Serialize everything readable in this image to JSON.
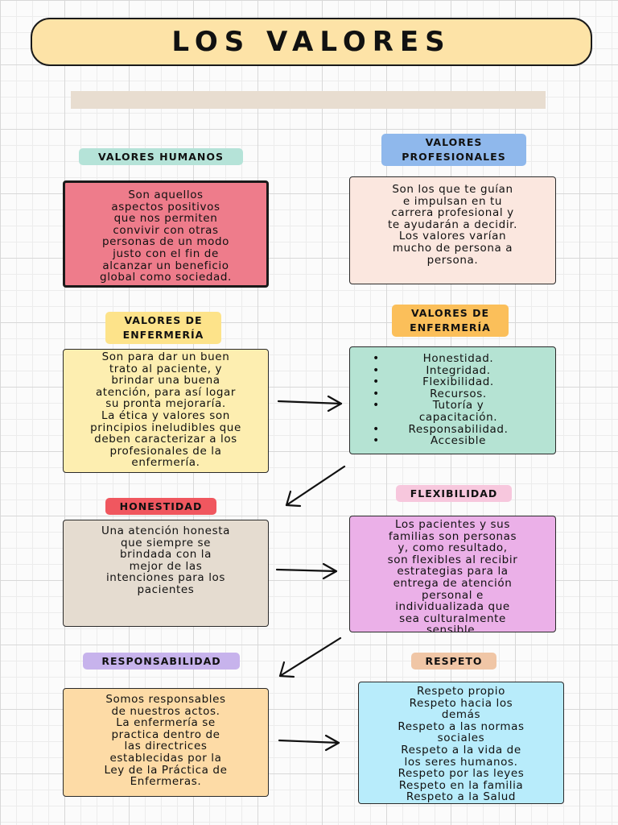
{
  "title": "LOS VALORES",
  "sections": {
    "valores_humanos": {
      "label": "VALORES HUMANOS",
      "lines": [
        "Son aquellos",
        "aspectos positivos",
        "que nos permiten",
        "convivir con otras",
        "personas de un modo",
        "justo con el fin de",
        "alcanzar un beneficio",
        "global como sociedad."
      ]
    },
    "valores_profesionales": {
      "label_1": "VALORES",
      "label_2": "PROFESIONALES",
      "lines": [
        "Son los que te guían",
        "e impulsan en tu",
        "carrera profesional y",
        "te ayudarán a decidir.",
        "Los valores varían",
        "mucho de persona a",
        "persona."
      ]
    },
    "enfermeria_left": {
      "label_1": "VALORES DE",
      "label_2": "ENFERMERÍA",
      "lines": [
        "Son para dar un buen",
        "trato al paciente, y",
        "brindar una buena",
        "atención, para así logar",
        "su pronta mejoraría.",
        "La ética y valores son",
        "principios ineludibles que",
        "deben caracterizar a los",
        "profesionales de la",
        "enfermería."
      ]
    },
    "enfermeria_right": {
      "label_1": "VALORES DE",
      "label_2": "ENFERMERÍA",
      "items": [
        "Honestidad.",
        "Integridad.",
        "Flexibilidad.",
        "Recursos.",
        "Tutoría y",
        "capacitación.",
        "Responsabilidad.",
        "Accesible"
      ]
    },
    "honestidad": {
      "label": "HONESTIDAD",
      "lines": [
        "Una atención honesta",
        "que siempre se",
        "brindada con la",
        "mejor de las",
        "intenciones para los",
        "pacientes"
      ]
    },
    "flexibilidad": {
      "label": "FLEXIBILIDAD",
      "lines": [
        "Los pacientes y sus",
        "familias son personas",
        "y, como resultado,",
        "son flexibles al recibir",
        "estrategias para la",
        "entrega de atención",
        "personal e",
        "individualizada que",
        "sea culturalmente",
        "sensible."
      ]
    },
    "responsabilidad": {
      "label": "RESPONSABILIDAD",
      "lines": [
        "Somos responsables",
        "de nuestros actos.",
        "La enfermería se",
        "practica dentro de",
        "las directrices",
        "establecidas por la",
        "Ley de la Práctica de",
        "Enfermeras."
      ]
    },
    "respeto": {
      "label": "RESPETO",
      "lines": [
        "Respeto propio",
        "Respeto hacia los",
        "demás",
        "Respeto a las normas",
        "sociales",
        "Respeto a la vida de",
        "los seres humanos.",
        "Respeto por las leyes",
        "Respeto en la familia",
        "Respeto a la Salud"
      ]
    }
  },
  "colors": {
    "title_bg": "#fde3a7",
    "humanos_tag": "#b5e3d8",
    "humanos_box": "#ee7c8b",
    "profesionales_tag": "#8fb8ec",
    "profesionales_box": "#fbe7df",
    "enfermeria_left_tag": "#fde38a",
    "enfermeria_left_box": "#fdeeb0",
    "enfermeria_right_tag": "#fbbf5a",
    "enfermeria_right_box": "#b5e3d3",
    "honestidad_tag": "#f0575f",
    "honestidad_box": "#e5dcd0",
    "flexibilidad_tag": "#f7c7dd",
    "flexibilidad_box": "#ebb0e8",
    "responsabilidad_tag": "#c7b3ec",
    "responsabilidad_box": "#fddba6",
    "respeto_tag": "#f0c6a6",
    "respeto_box": "#b8ecfb"
  }
}
